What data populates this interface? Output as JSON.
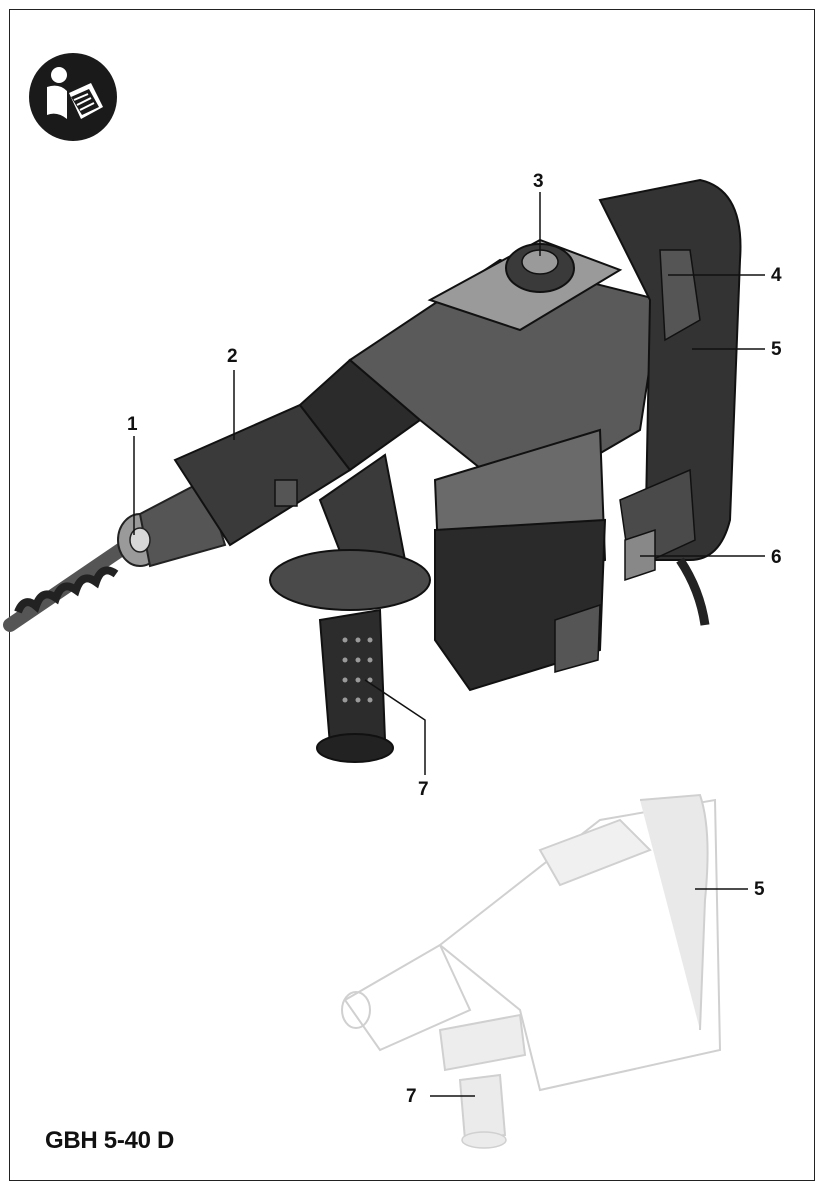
{
  "manual_icon": "read-manual-icon",
  "callouts": {
    "c1": "1",
    "c2": "2",
    "c3": "3",
    "c4": "4",
    "c5": "5",
    "c6": "6",
    "c7": "7",
    "c5b": "5",
    "c7b": "7"
  },
  "model_name": "GBH 5-40 D",
  "colors": {
    "tool_body": "#3a3a3a",
    "tool_dark": "#1e1e1e",
    "tool_light": "#8a8a8a",
    "ghost": "#cfcfcf"
  }
}
